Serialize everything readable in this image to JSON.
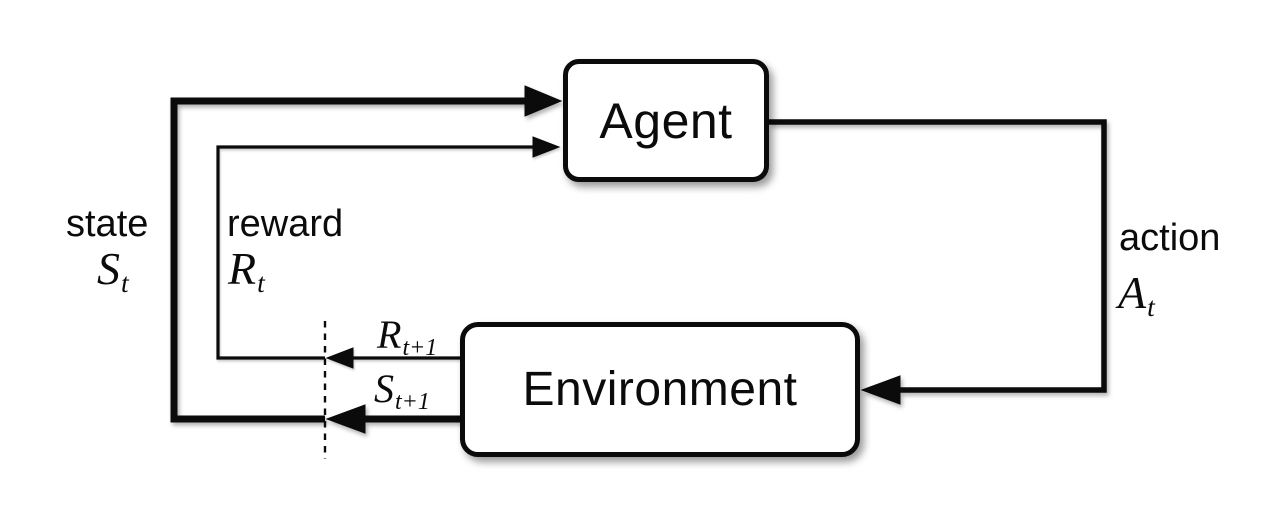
{
  "nodes": {
    "agent": {
      "label": "Agent"
    },
    "environment": {
      "label": "Environment"
    }
  },
  "signals": {
    "state": {
      "word": "state",
      "symbol_base": "S",
      "symbol_sub": "t"
    },
    "reward": {
      "word": "reward",
      "symbol_base": "R",
      "symbol_sub": "t"
    },
    "action": {
      "word": "action",
      "symbol_base": "A",
      "symbol_sub": "t"
    },
    "next_reward": {
      "symbol_base": "R",
      "symbol_sub": "t+1"
    },
    "next_state": {
      "symbol_base": "S",
      "symbol_sub": "t+1"
    }
  },
  "colors": {
    "ink": "#0b0b0b",
    "background": "#ffffff",
    "box_fill": "#ffffff"
  }
}
